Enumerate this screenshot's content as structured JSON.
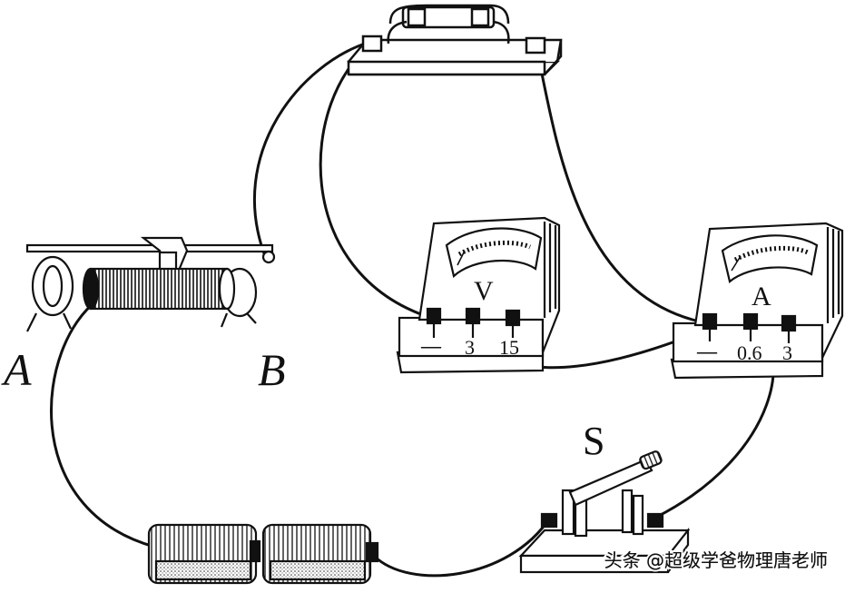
{
  "labels": {
    "rheostat_end_a": "A",
    "rheostat_end_b": "B",
    "switch": "S",
    "voltmeter_symbol": "V",
    "ammeter_symbol": "A"
  },
  "voltmeter_terminals": [
    "—",
    "3",
    "15"
  ],
  "ammeter_terminals": [
    "—",
    "0.6",
    "3"
  ],
  "watermark": "头条 @超级学爸物理唐老师",
  "colors": {
    "ink": "#111111",
    "background": "#ffffff"
  }
}
